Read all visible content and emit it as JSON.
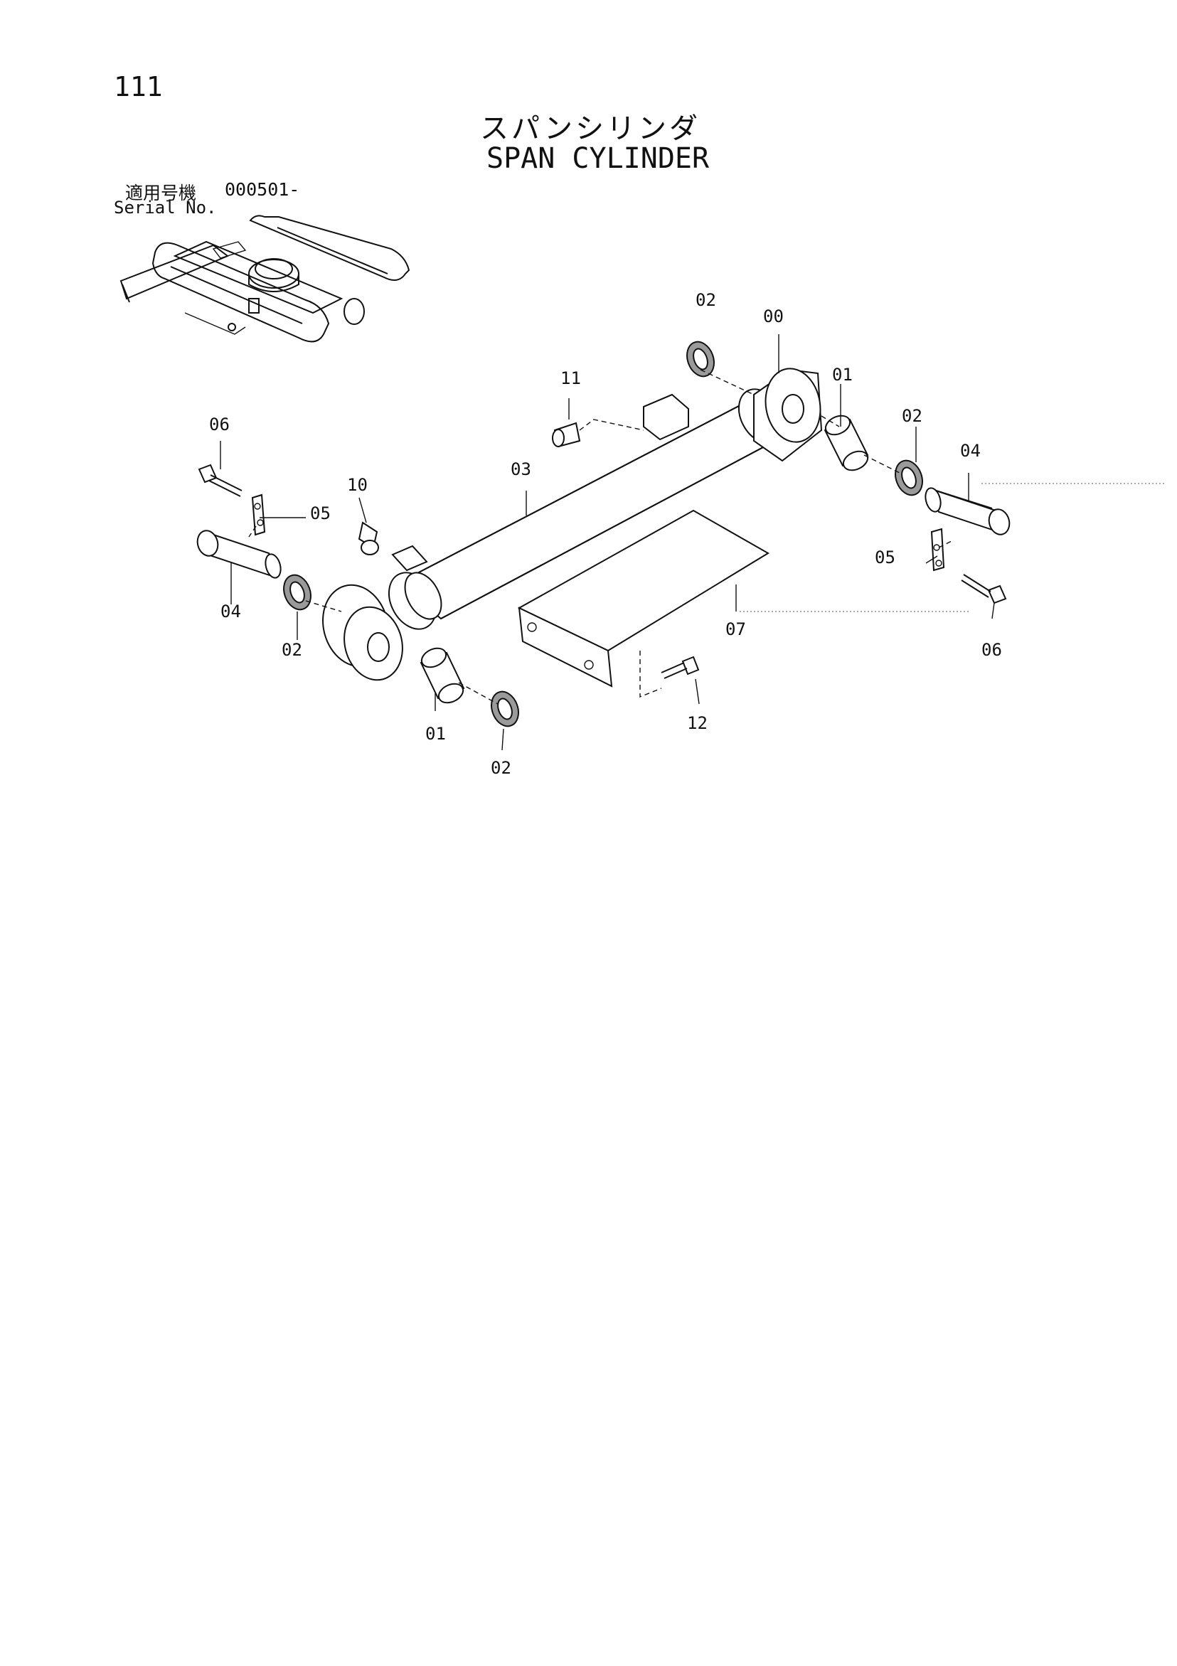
{
  "page_number": "111",
  "title_jp": "スパンシリンダ",
  "title_en": "SPAN CYLINDER",
  "serial_label_jp": "適用号機",
  "serial_value": "000501-",
  "serial_label_en": "Serial No.",
  "callouts": {
    "c00": "00",
    "c01a": "01",
    "c01b": "01",
    "c02a": "02",
    "c02b": "02",
    "c02c": "02",
    "c02d": "02",
    "c03": "03",
    "c04a": "04",
    "c04b": "04",
    "c05a": "05",
    "c05b": "05",
    "c06a": "06",
    "c06b": "06",
    "c07": "07",
    "c10": "10",
    "c11": "11",
    "c12": "12"
  }
}
